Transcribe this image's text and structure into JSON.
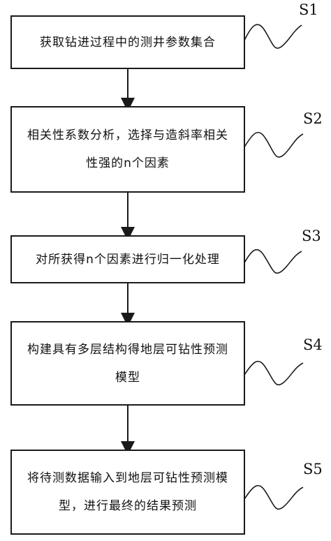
{
  "steps": [
    {
      "label": "S1",
      "text": "获取钻进过程中的测井参数集合"
    },
    {
      "label": "S2",
      "text": "相关性系数分析，选择与造斜率相关性强的n个因素"
    },
    {
      "label": "S3",
      "text": "对所获得n个因素进行归一化处理"
    },
    {
      "label": "S4",
      "text": "构建具有多层结构得地层可钻性预测模型"
    },
    {
      "label": "S5",
      "text": "将待测数据输入到地层可钻性预测模型，进行最终的结果预测"
    }
  ]
}
